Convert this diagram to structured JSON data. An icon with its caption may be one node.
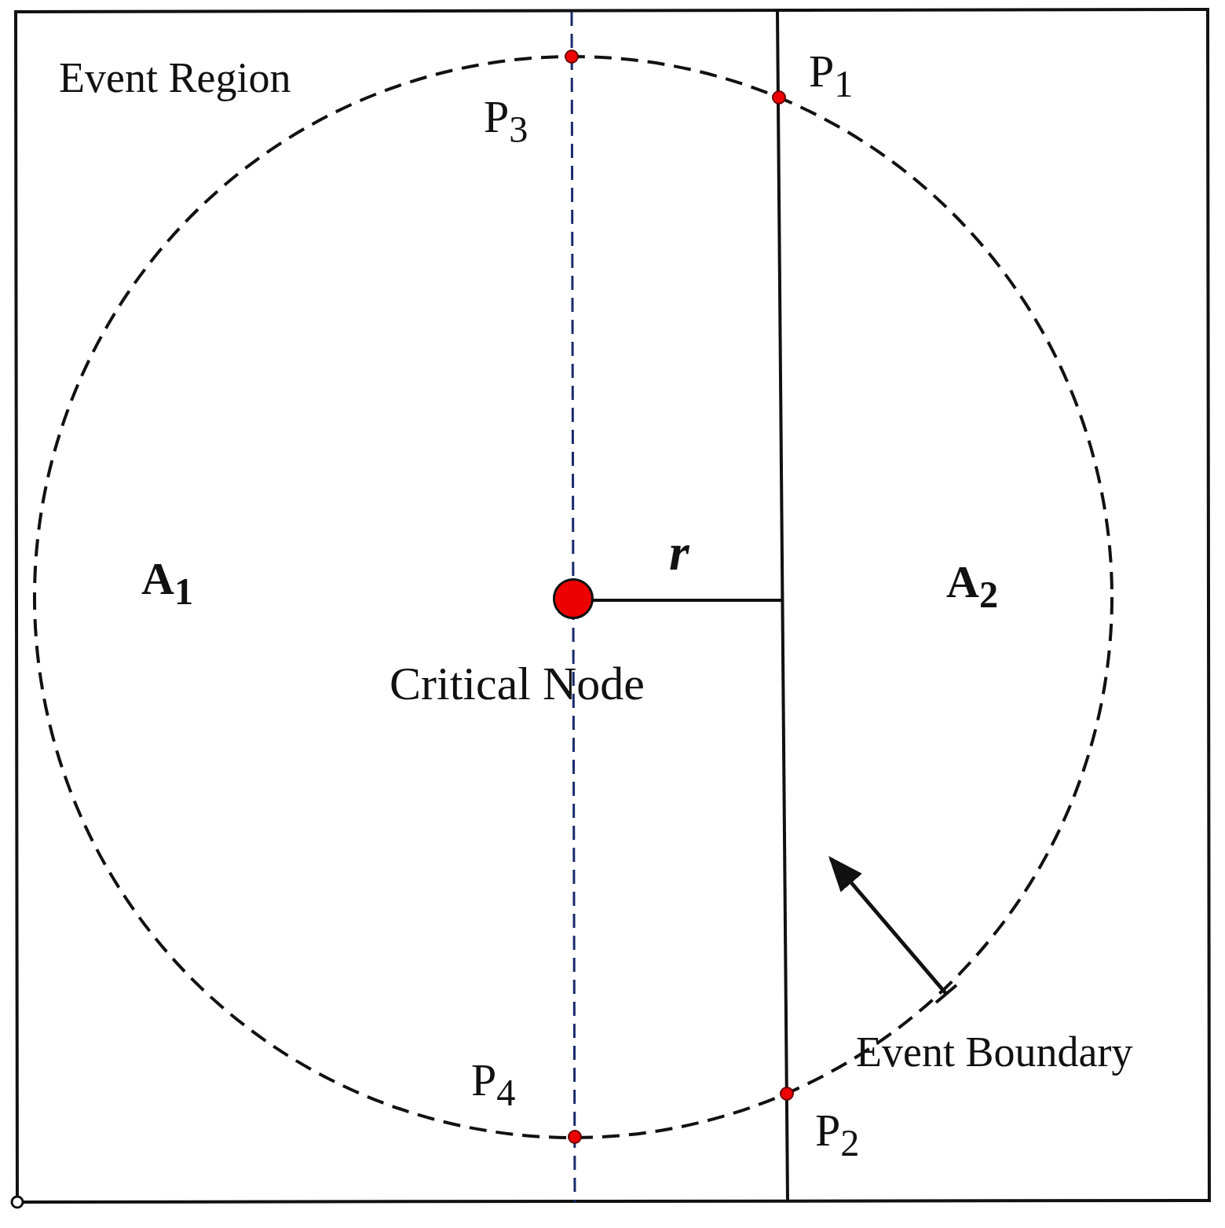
{
  "diagram": {
    "nodes": [
      {
        "text": [],
        "shape": "circle",
        "beside": [
          "Critical Node"
        ]
      }
    ],
    "edges": [],
    "labels": [
      "Event Region",
      "P$_{3}$",
      "P$_{1}$",
      "r",
      "A$_{1}$",
      "A$_{2}$",
      "Event Boundary",
      "P$_{4}$",
      "P$_{2}$"
    ]
  }
}
